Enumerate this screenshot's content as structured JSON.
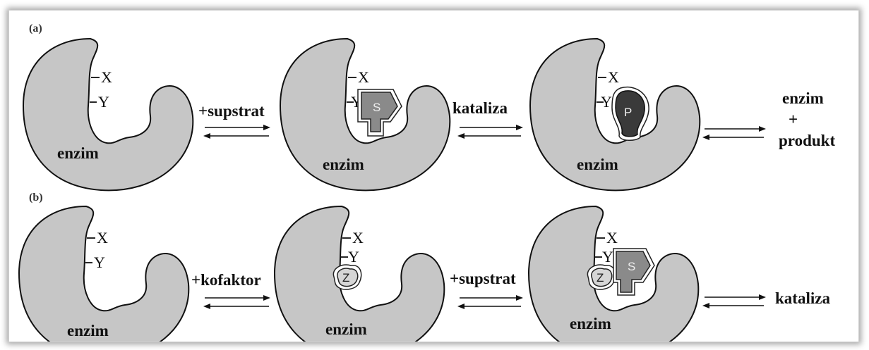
{
  "panels": {
    "a": {
      "label": "(a)",
      "enzyme_label": "enzim",
      "site_x": "X",
      "site_y": "Y",
      "substrate_letter": "S",
      "product_letter": "P",
      "step1": "+supstrat",
      "step2": "kataliza",
      "result_line1": "enzim",
      "result_line2": "+",
      "result_line3": "produkt"
    },
    "b": {
      "label": "(b)",
      "enzyme_label": "enzim",
      "site_x": "X",
      "site_y": "Y",
      "cofactor_letter": "Z",
      "substrate_letter": "S",
      "step1": "+kofaktor",
      "step2": "+supstrat",
      "result": "kataliza"
    }
  }
}
